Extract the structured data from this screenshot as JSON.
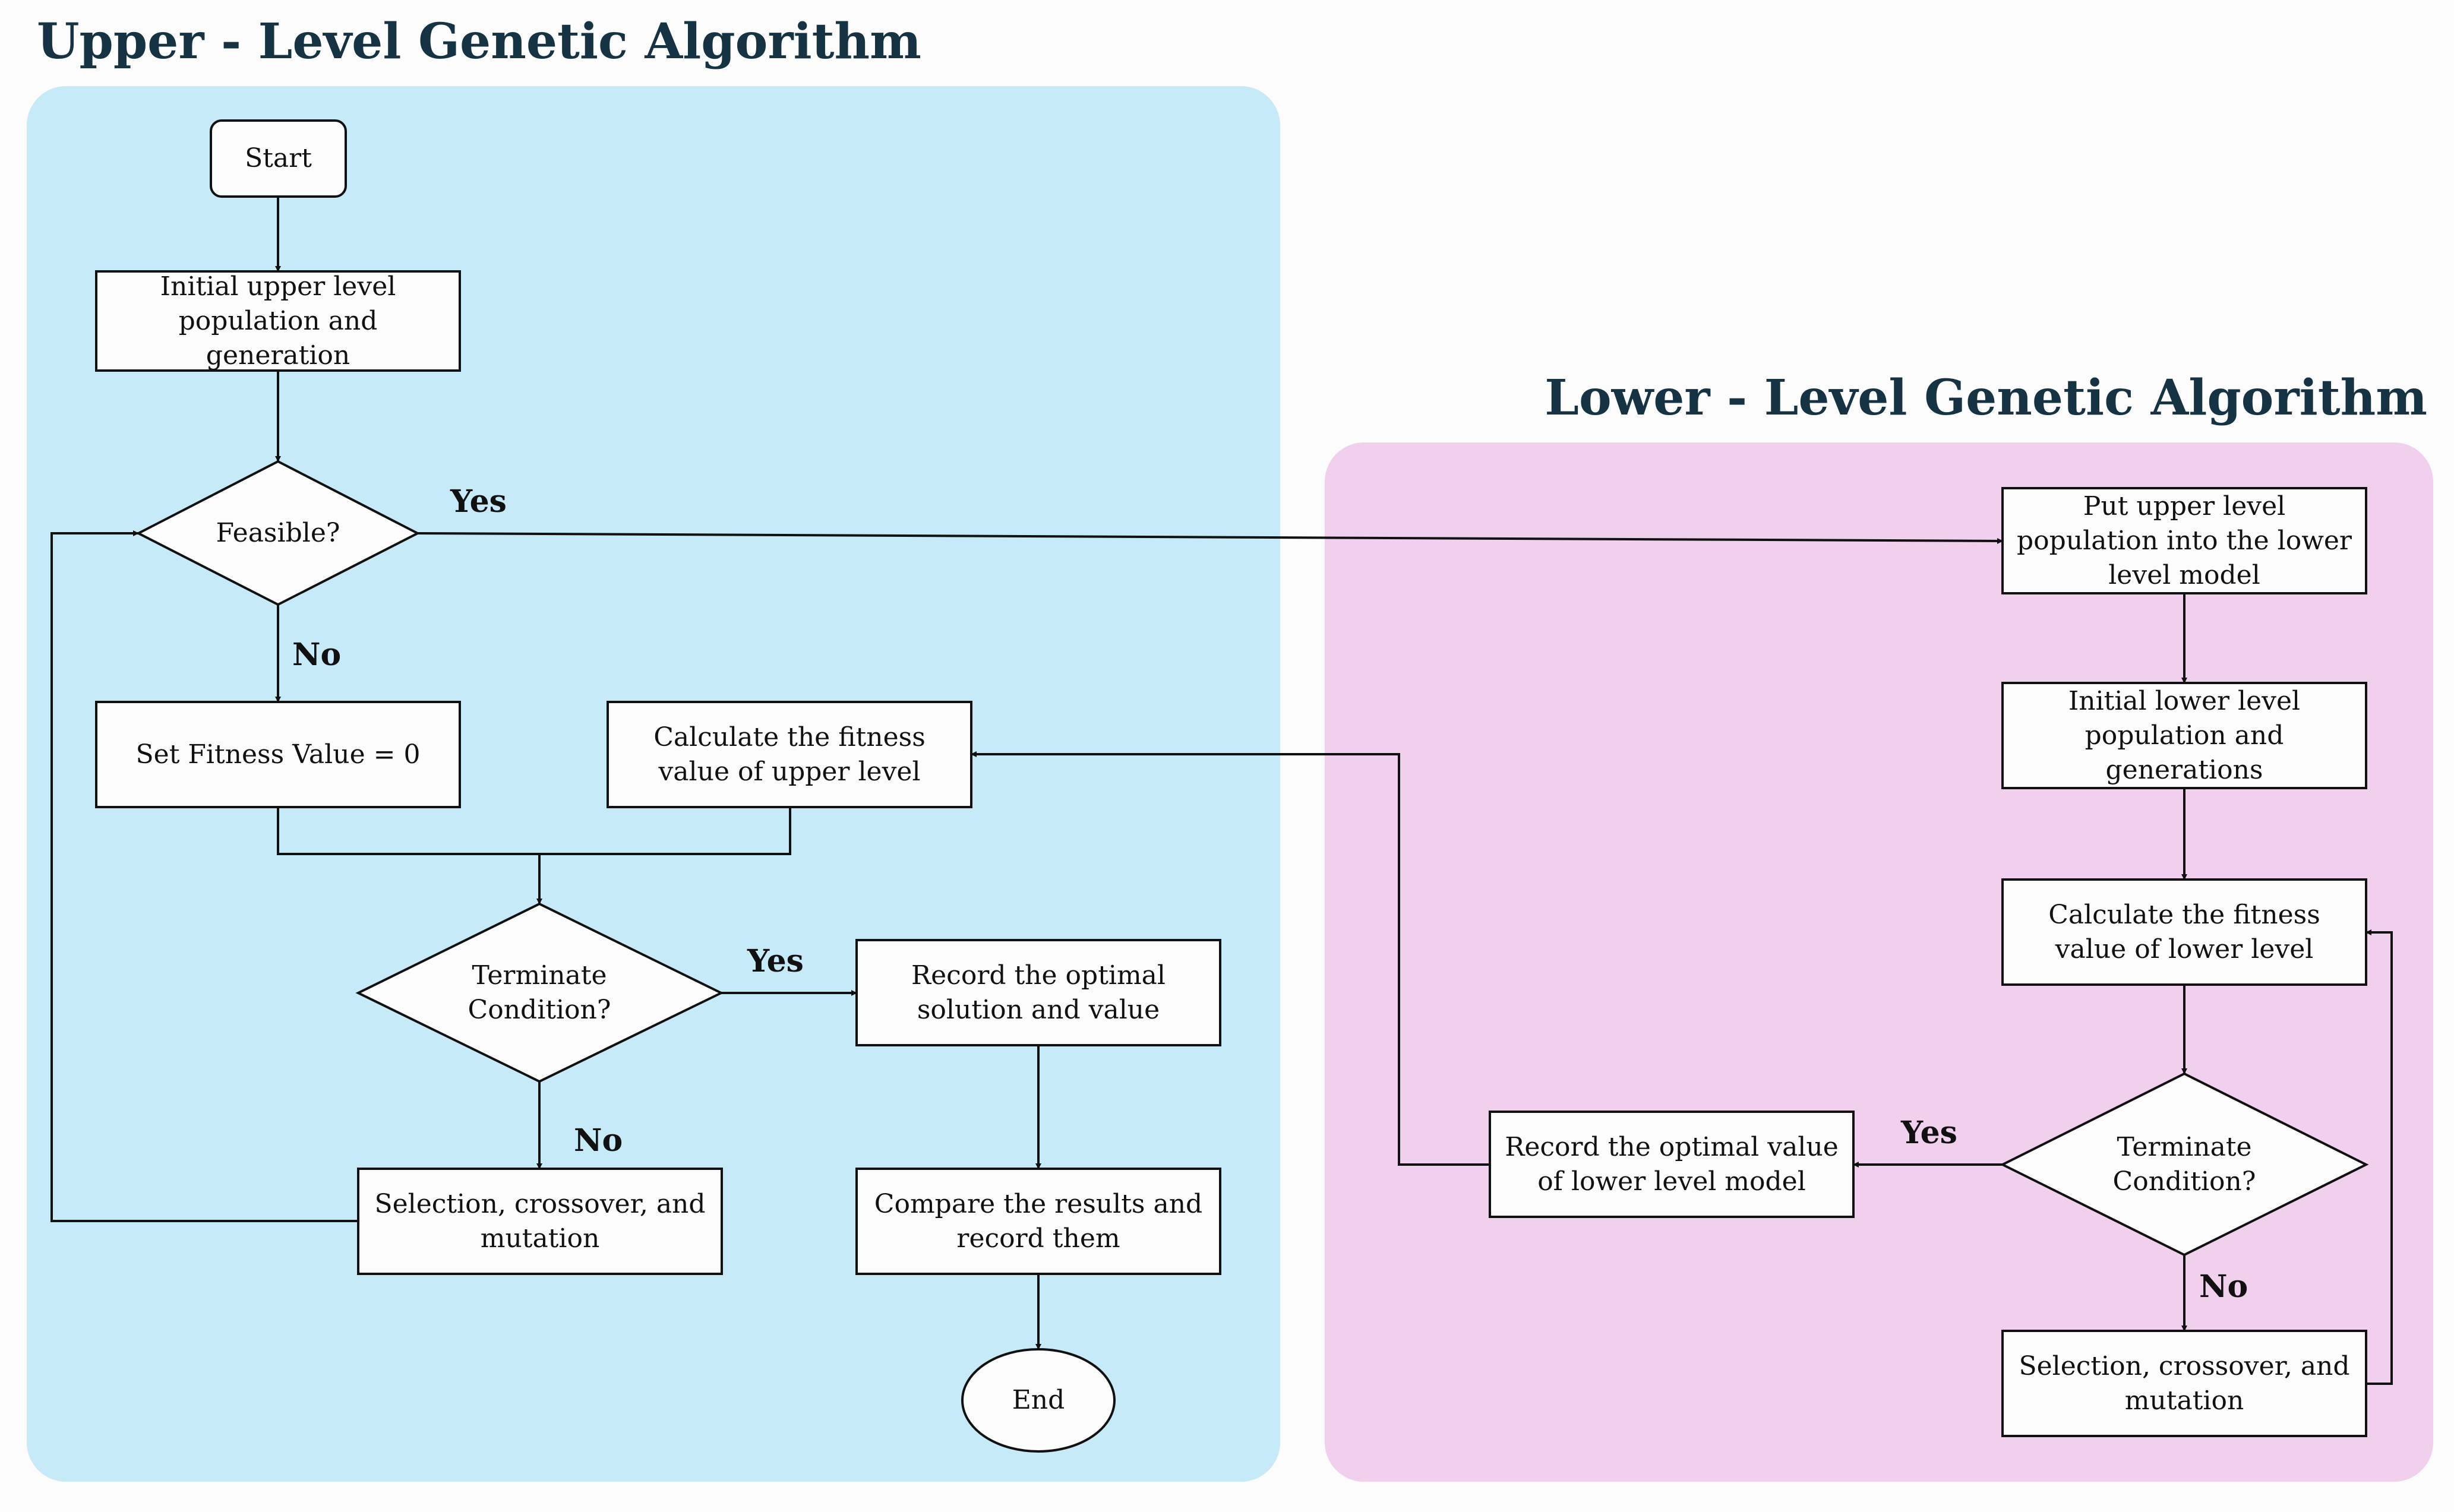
{
  "upper": {
    "title": "Upper - Level Genetic Algorithm",
    "start": "Start",
    "init": "Initial upper level population and generation",
    "feasible": "Feasible?",
    "set_fitness": "Set Fitness Value = 0",
    "calc_fitness": "Calculate the fitness value of upper level",
    "terminate": "Terminate Condition?",
    "record_optimal": "Record the optimal solution and value",
    "selection": "Selection, crossover, and mutation",
    "compare": "Compare the results and record them",
    "end": "End"
  },
  "lower": {
    "title": "Lower - Level Genetic Algorithm",
    "put_population": "Put upper level population into the lower level model",
    "init": "Initial lower level population and generations",
    "calc_fitness": "Calculate the fitness value of lower level",
    "terminate": "Terminate Condition?",
    "record_optimal": "Record the optimal value of lower level model",
    "selection": "Selection, crossover, and mutation"
  },
  "labels": {
    "feasible_yes": "Yes",
    "feasible_no": "No",
    "upper_term_yes": "Yes",
    "upper_term_no": "No",
    "lower_term_yes": "Yes",
    "lower_term_no": "No"
  },
  "colors": {
    "upper_panel": "#c7eaf8",
    "lower_panel": "#f0d0ec",
    "title": "#163343"
  }
}
